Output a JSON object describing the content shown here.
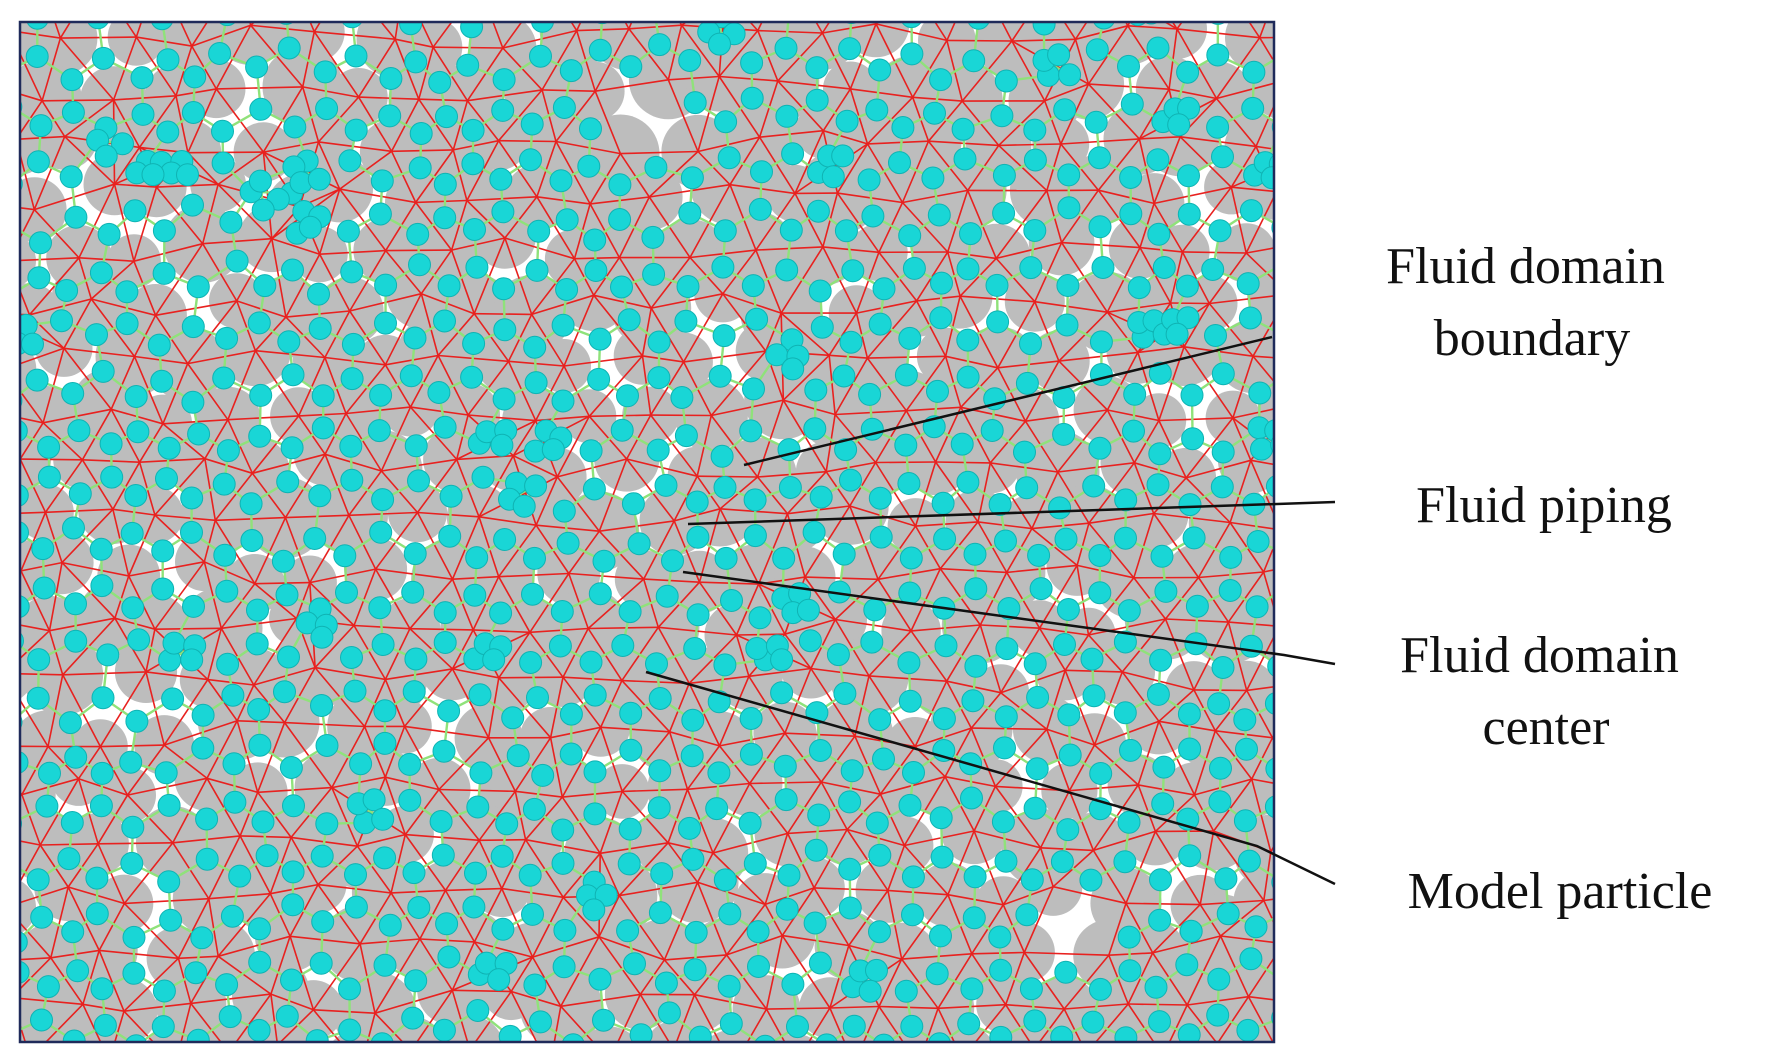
{
  "labels": {
    "boundary": [
      "Fluid domain",
      "boundary"
    ],
    "piping": "Fluid piping",
    "center": [
      "Fluid domain",
      "center"
    ],
    "particle": "Model particle"
  },
  "colors": {
    "particle_fill": "#bdbdbd",
    "pore_background": "#ffffff",
    "boundary_lines": "#e8211f",
    "piping_lines": "#8fe27a",
    "domain_center": "#19d6d6",
    "frame": "#1f2a5a",
    "leader_lines": "#111111"
  }
}
